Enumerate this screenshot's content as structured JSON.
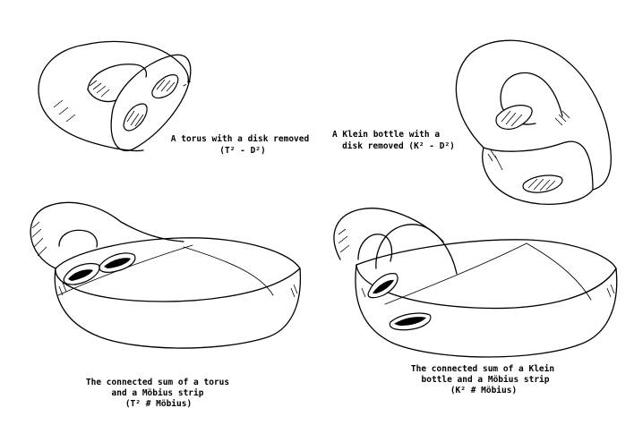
{
  "figures": [
    {
      "id": "torus-minus-disk",
      "caption_lines": [
        "A torus with a disk removed",
        "(T² - D²)"
      ]
    },
    {
      "id": "klein-minus-disk",
      "caption_lines": [
        "A Klein bottle with a",
        "disk removed  (K² - D²)"
      ]
    },
    {
      "id": "torus-mobius-sum",
      "caption_lines": [
        "The connected sum of a torus",
        "and a Möbius strip",
        "(T² # Möbius)"
      ]
    },
    {
      "id": "klein-mobius-sum",
      "caption_lines": [
        "The connected sum of a Klein",
        "bottle and a Möbius strip",
        "(K² # Möbius)"
      ]
    }
  ]
}
